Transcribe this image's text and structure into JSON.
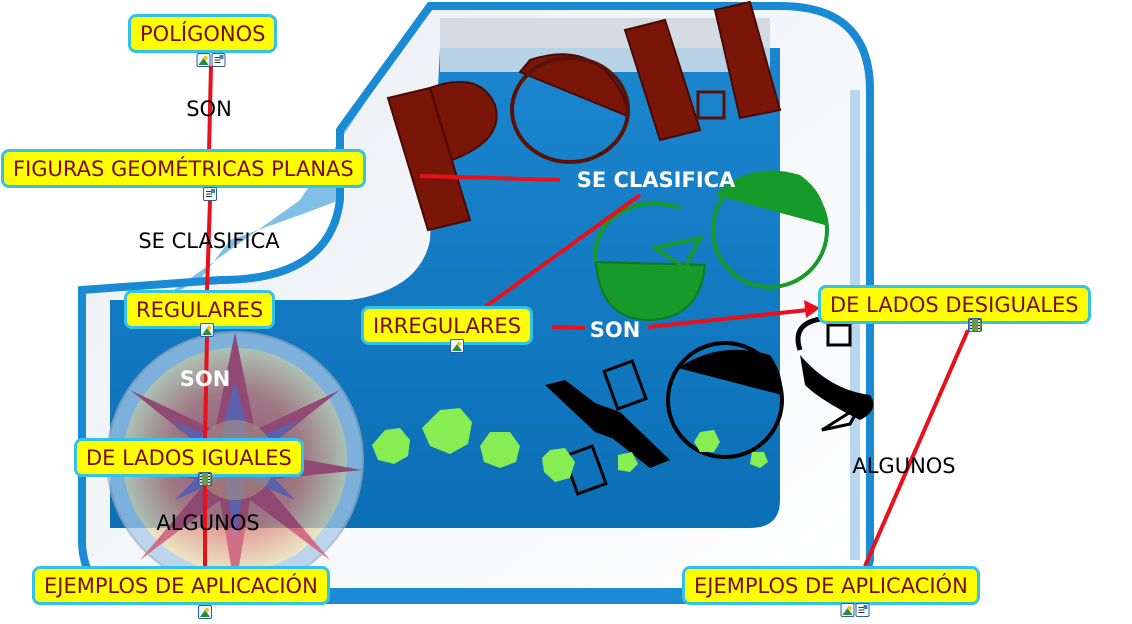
{
  "colors": {
    "node_fill": "#ffff00",
    "node_border": "#33c3e8",
    "node_text": "#7a0a0a",
    "link": "#e8101a",
    "frame_blue": "#1580c8",
    "poli_red": "#7a1608",
    "go_green": "#169a2a",
    "no_black": "#000000",
    "heptagon_green": "#86ee52"
  },
  "background": {
    "title_letters": [
      "P",
      "O",
      "L",
      "I",
      "G",
      "O",
      "N",
      "O",
      "S"
    ],
    "decorative_words": [
      "POLI",
      "GO",
      "NOS"
    ]
  },
  "nodes": {
    "poligonos": {
      "label": "POLÍGONOS",
      "icons": [
        "image-icon",
        "note-icon"
      ]
    },
    "figuras": {
      "label": "FIGURAS GEOMÉTRICAS PLANAS",
      "icons": [
        "note-icon"
      ]
    },
    "regulares": {
      "label": "REGULARES",
      "icons": [
        "image-icon"
      ]
    },
    "irregulares": {
      "label": "IRREGULARES",
      "icons": [
        "image-icon"
      ]
    },
    "lados_iguales": {
      "label": "DE LADOS IGUALES",
      "icons": [
        "video-icon"
      ]
    },
    "lados_desiguales": {
      "label": "DE LADOS DESIGUALES",
      "icons": [
        "video-icon"
      ]
    },
    "ejemplos_left": {
      "label": "EJEMPLOS DE APLICACIÓN",
      "icons": [
        "image-icon"
      ]
    },
    "ejemplos_right": {
      "label": "EJEMPLOS DE APLICACIÓN",
      "icons": [
        "image-icon",
        "note-icon"
      ]
    }
  },
  "links": {
    "son_top": "SON",
    "se_clasifica_left": "SE CLASIFICA",
    "se_clasifica_right": "SE CLASIFICA",
    "son_regulares": "SON",
    "son_irregulares": "SON",
    "algunos_left": "ALGUNOS",
    "algunos_right": "ALGUNOS"
  }
}
